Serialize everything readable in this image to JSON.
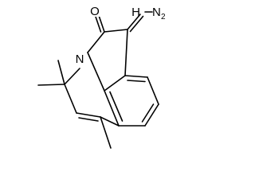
{
  "molecule": {
    "atoms": {
      "oxygen": "O",
      "nitrogen_ring": "N",
      "hydrazone_h": "H",
      "hydrazone_n": "N",
      "hydrazone_sub": "2"
    }
  }
}
